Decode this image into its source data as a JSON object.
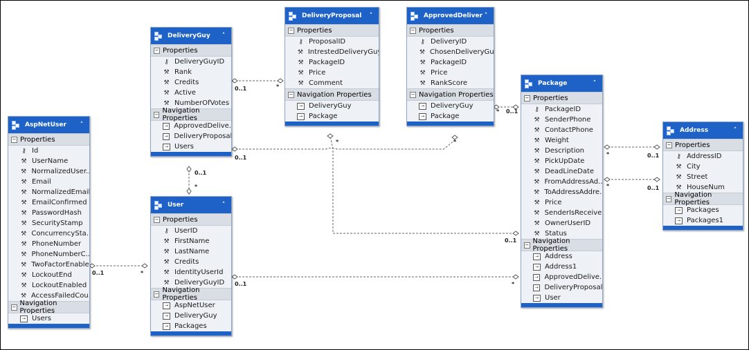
{
  "entities": {
    "aspnetuser": {
      "title": "AspNetUser",
      "properties_label": "Properties",
      "properties": [
        "Id",
        "UserName",
        "NormalizedUser...",
        "Email",
        "NormalizedEmail",
        "EmailConfirmed",
        "PasswordHash",
        "SecurityStamp",
        "ConcurrencySta...",
        "PhoneNumber",
        "PhoneNumberC...",
        "TwoFactorEnabled",
        "LockoutEnd",
        "LockoutEnabled",
        "AccessFailedCou..."
      ],
      "nav_label": "Navigation Properties",
      "nav": [
        "Users"
      ]
    },
    "deliveryguy": {
      "title": "DeliveryGuy",
      "properties_label": "Properties",
      "properties": [
        "DeliveryGuyID",
        "Rank",
        "Credits",
        "Active",
        "NumberOfVotes"
      ],
      "nav_label": "Navigation Properties",
      "nav": [
        "ApprovedDelive...",
        "DeliveryProposals",
        "Users"
      ]
    },
    "user": {
      "title": "User",
      "properties_label": "Properties",
      "properties": [
        "UserID",
        "FirstName",
        "LastName",
        "Credits",
        "IdentityUserId",
        "DeliveryGuyID"
      ],
      "nav_label": "Navigation Properties",
      "nav": [
        "AspNetUser",
        "DeliveryGuy",
        "Packages"
      ]
    },
    "deliveryproposal": {
      "title": "DeliveryProposal",
      "properties_label": "Properties",
      "properties": [
        "ProposalID",
        "IntrestedDeliveryGuy...",
        "PackageID",
        "Price",
        "Comment"
      ],
      "nav_label": "Navigation Properties",
      "nav": [
        "DeliveryGuy",
        "Package"
      ]
    },
    "approveddelivery": {
      "title": "ApprovedDelivery",
      "properties_label": "Properties",
      "properties": [
        "DeliveryID",
        "ChosenDeliveryGu...",
        "PackageID",
        "Price",
        "RankScore"
      ],
      "nav_label": "Navigation Properties",
      "nav": [
        "DeliveryGuy",
        "Package"
      ]
    },
    "package": {
      "title": "Package",
      "properties_label": "Properties",
      "properties": [
        "PackageID",
        "SenderPhone",
        "ContactPhone",
        "Weight",
        "Description",
        "PickUpDate",
        "DeadLineDate",
        "FromAddressAd...",
        "ToAddressAddre...",
        "Price",
        "SenderIsReceiver",
        "OwnerUserID",
        "Status"
      ],
      "nav_label": "Navigation Properties",
      "nav": [
        "Address",
        "Address1",
        "ApprovedDelive...",
        "DeliveryProposals",
        "User"
      ]
    },
    "address": {
      "title": "Address",
      "properties_label": "Properties",
      "properties": [
        "AddressID",
        "City",
        "Street",
        "HouseNum"
      ],
      "nav_label": "Navigation Properties",
      "nav": [
        "Packages",
        "Packages1"
      ]
    }
  },
  "multiplicities": {
    "aspnet_user_left": "0..1",
    "aspnet_user_right": "*",
    "dg_user_top": "0..1",
    "dg_user_bottom": "*",
    "dg_dp_left": "0..1",
    "dg_dp_right": "*",
    "dg_ad_left": "0..1",
    "dp_pkg": "*",
    "ad_pkg": "*",
    "ad_pkg_star": "*",
    "ad_pkg_one": "0..1",
    "pkg_dp_bottom": "0..1",
    "user_pkg_left": "0..1",
    "user_pkg_right": "*",
    "pkg_addr1_left": "*",
    "pkg_addr1_right": "0..1",
    "pkg_addr2_left": "*",
    "pkg_addr2_right": "0..1"
  }
}
